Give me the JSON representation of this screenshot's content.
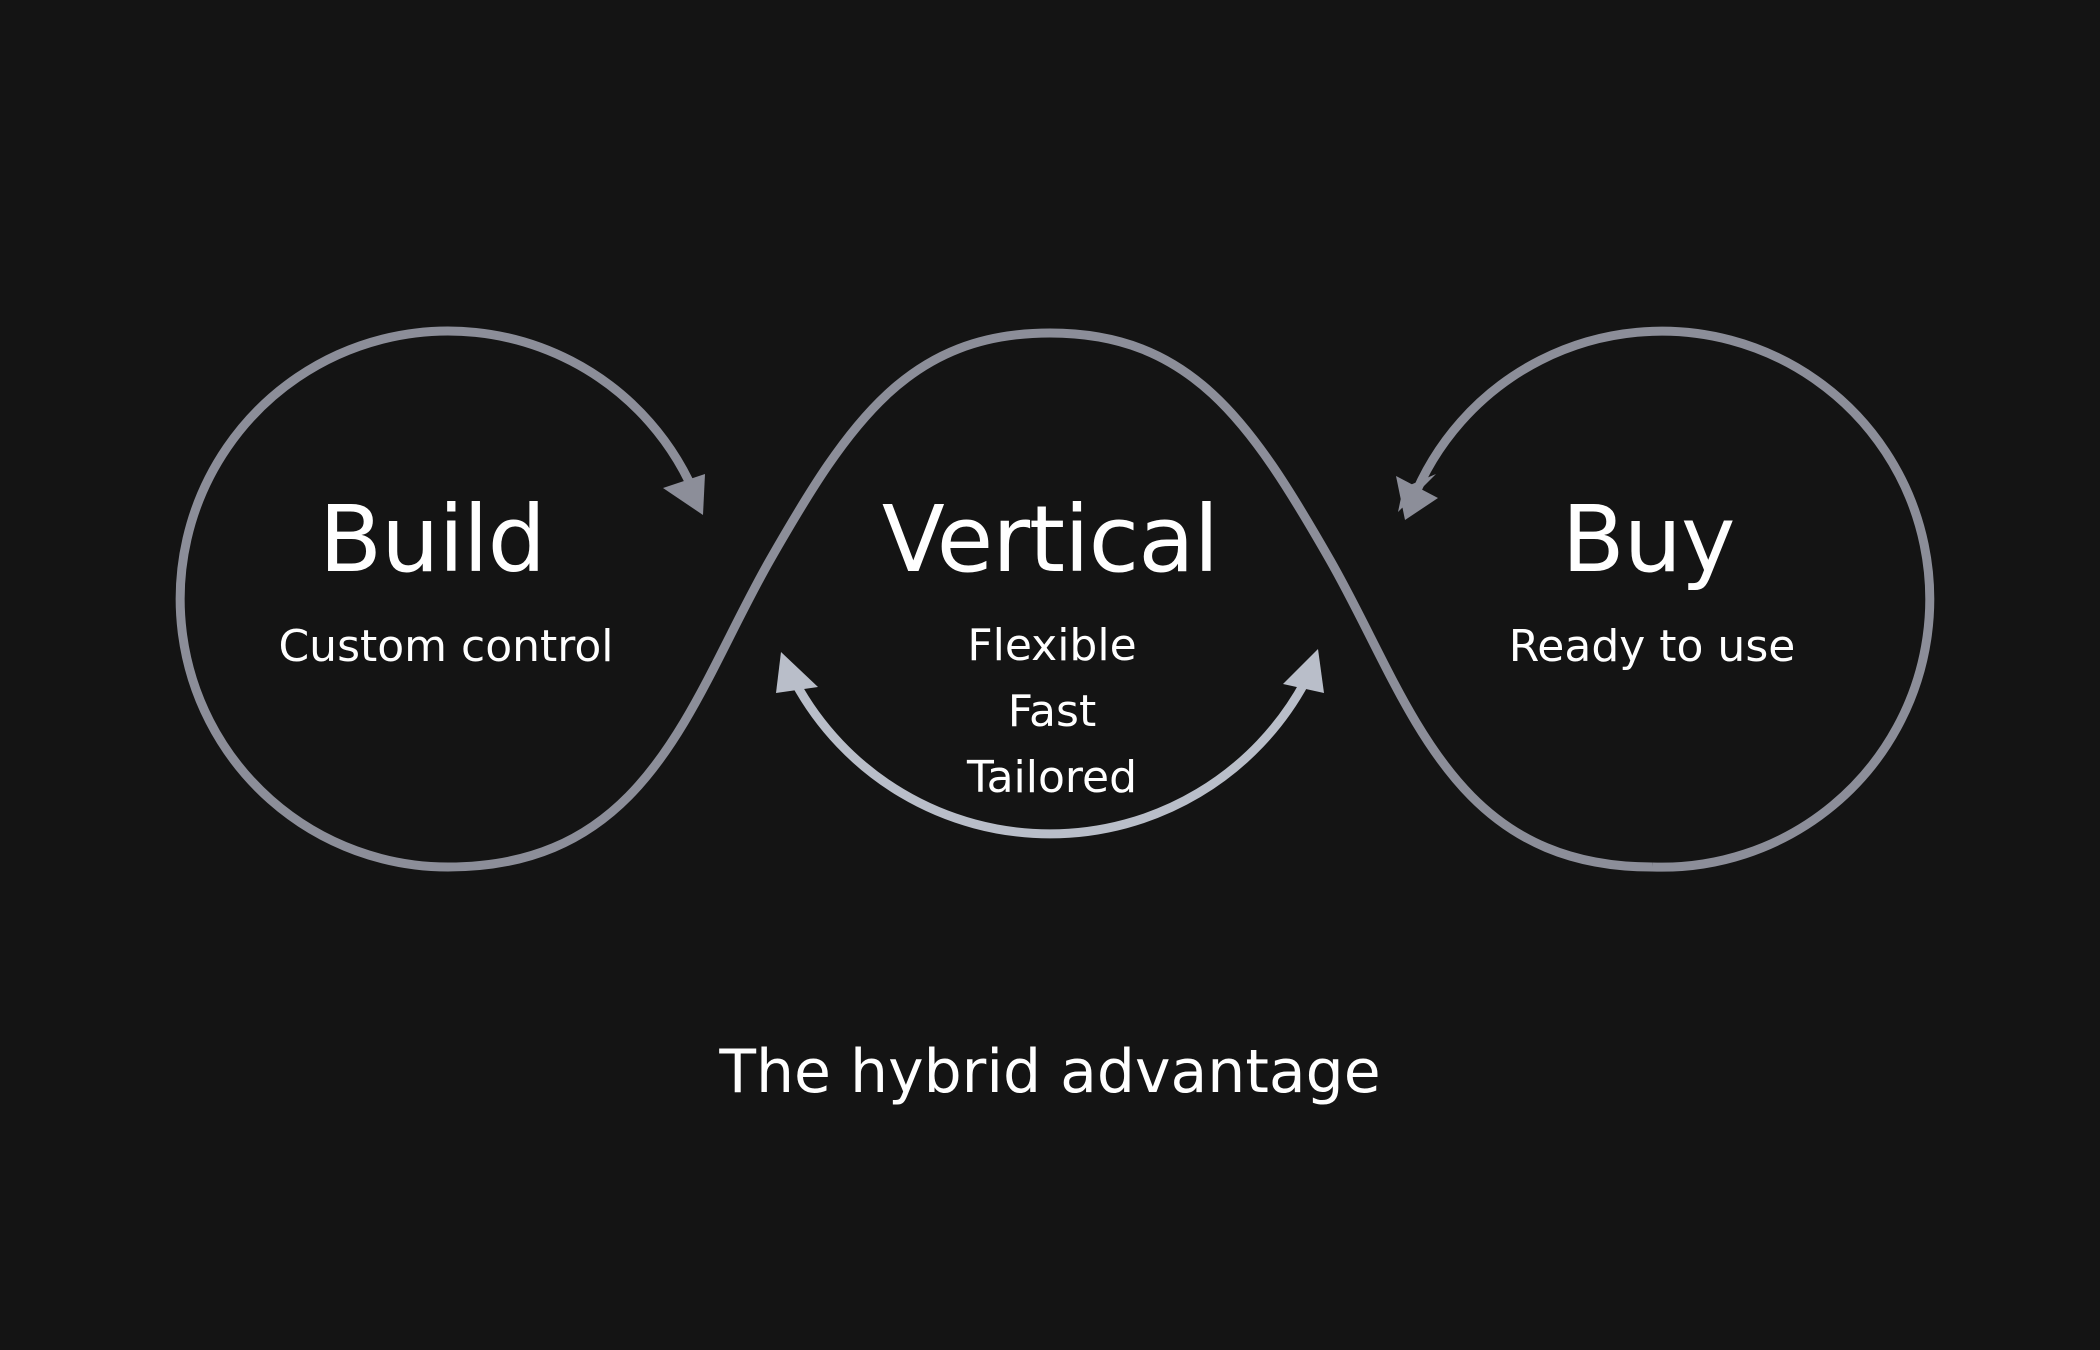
{
  "colors": {
    "background": "#141414",
    "outer_stroke": "#8c8e99",
    "inner_stroke": "#b9bec9",
    "text": "#ffffff"
  },
  "nodes": {
    "build": {
      "title": "Build",
      "subtitle": "Custom control"
    },
    "vertical": {
      "title": "Vertical",
      "features": [
        "Flexible",
        "Fast",
        "Tailored"
      ]
    },
    "buy": {
      "title": "Buy",
      "subtitle": "Ready to use"
    }
  },
  "caption": "The hybrid advantage"
}
